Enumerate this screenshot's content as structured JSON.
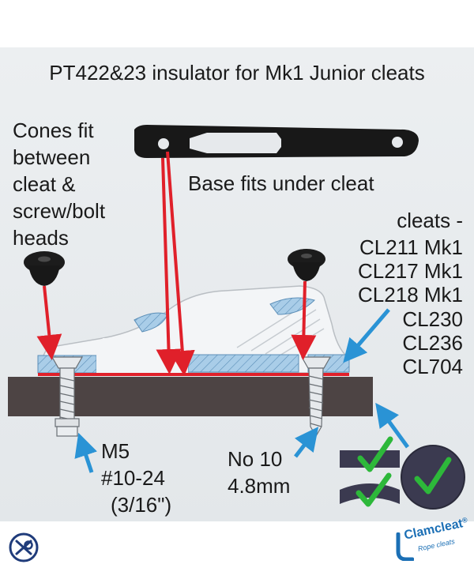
{
  "title": "PT422&23 insulator for Mk1 Junior cleats",
  "labels": {
    "cones": [
      "Cones fit",
      "between",
      "cleat &",
      "screw/bolt",
      "heads"
    ],
    "base": "Base fits under cleat",
    "cleats": [
      "cleats -",
      "CL211 Mk1",
      "CL217 Mk1",
      "CL218 Mk1",
      "CL230",
      "CL236",
      "CL704"
    ],
    "m5": [
      "M5",
      "#10-24",
      "(3/16\")"
    ],
    "no10": [
      "No 10",
      "4.8mm"
    ]
  },
  "brand": {
    "name": "Clamcleat",
    "registered": "®",
    "tagline": "Rope cleats"
  },
  "colors": {
    "arrow_red": "#e0202a",
    "arrow_blue": "#2a93d5",
    "check_green": "#2db83a",
    "board": "#4d4444",
    "insulator": "#181818",
    "cleat_body": "#f3f5f7",
    "hatched": "#a9cde8",
    "navy": "#3b3a50"
  }
}
